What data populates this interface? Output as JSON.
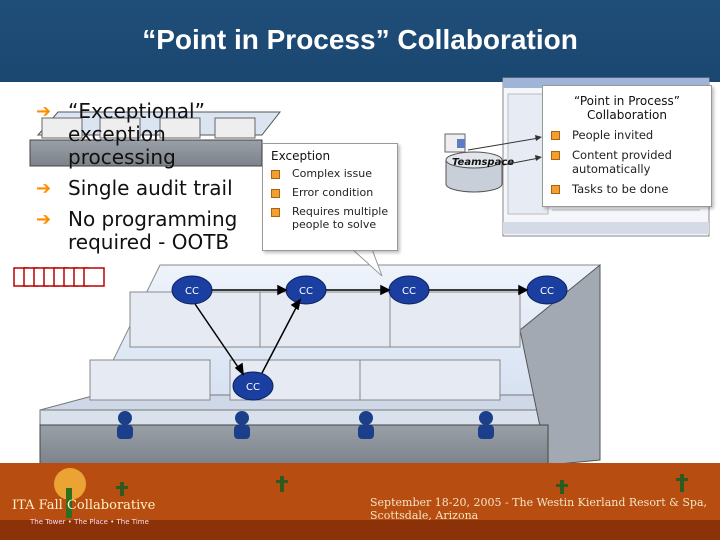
{
  "slide_title": "“Point in Process” Collaboration",
  "bullets": [
    "“Exceptional” exception processing",
    "Single audit trail",
    "No programming required - OOTB"
  ],
  "exception_callout": {
    "heading": "Exception",
    "items": [
      "Complex issue",
      "Error condition",
      "Requires multiple people to solve"
    ]
  },
  "collab_panel": {
    "title_line1": "“Point in Process”",
    "title_line2": "Collaboration",
    "items": [
      "People invited",
      "Content provided automatically",
      "Tasks to be done"
    ]
  },
  "teamspace_label": "Teamspace",
  "footer": {
    "event_text": "September 18-20, 2005 - The Westin Kierland Resort & Spa, Scottsdale, Arizona",
    "logo_text": "ITA Fall Collaborative",
    "logo_subtext": "The Tower • The Place • The Time"
  },
  "colors": {
    "header_blue": "#1f4e79",
    "bullet_arrow": "#ff8c00",
    "node_blue": "#1a3fa0",
    "footer_rust": "#c85a14"
  }
}
